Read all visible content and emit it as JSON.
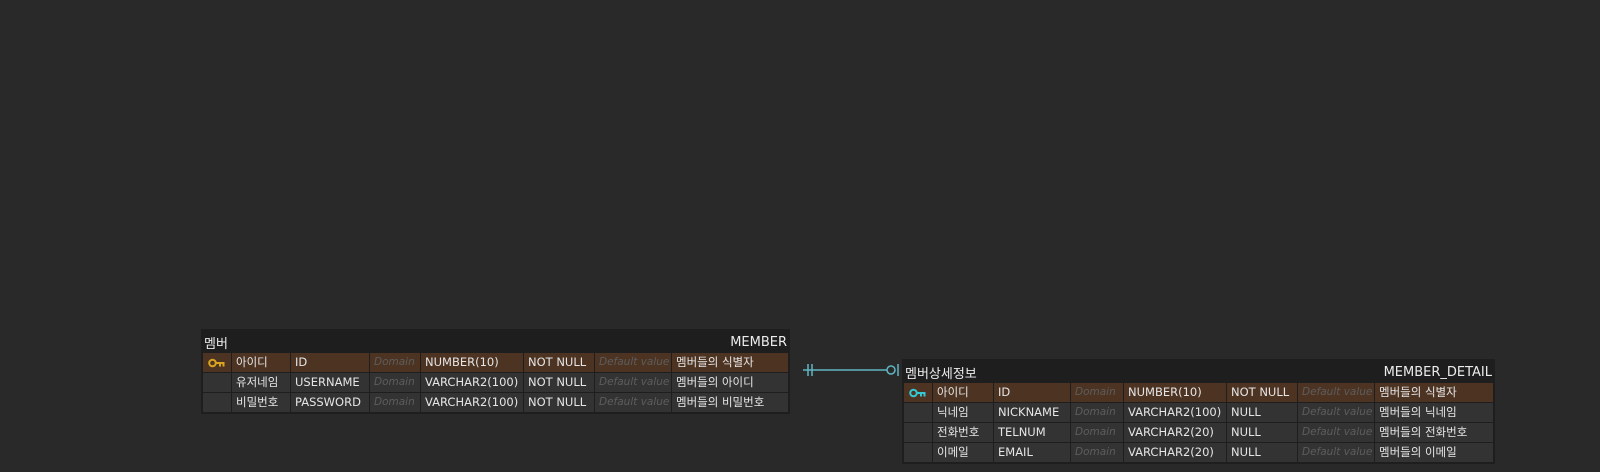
{
  "colors": {
    "canvas": "#292929",
    "table_bg": "#1e1e1e",
    "cell_bg": "#333333",
    "pk_row_bg": "#4d3322",
    "member_key_icon": "#d9a521",
    "detail_key_icon": "#35c7d4",
    "relationship_line": "#5fb6c2"
  },
  "tables": {
    "member": {
      "logical_name": "멤버",
      "physical_name": "MEMBER",
      "key_icon": "key-icon",
      "domain_placeholder": "Domain",
      "default_placeholder": "Default value",
      "rows": [
        {
          "logical": "아이디",
          "physical": "ID",
          "type": "NUMBER(10)",
          "null": "NOT NULL",
          "comment": "멤버들의 식별자"
        },
        {
          "logical": "유저네임",
          "physical": "USERNAME",
          "type": "VARCHAR2(100)",
          "null": "NOT NULL",
          "comment": "멤버들의 아이디"
        },
        {
          "logical": "비밀번호",
          "physical": "PASSWORD",
          "type": "VARCHAR2(100)",
          "null": "NOT NULL",
          "comment": "멤버들의 비밀번호"
        }
      ]
    },
    "member_detail": {
      "logical_name": "멤버상세정보",
      "physical_name": "MEMBER_DETAIL",
      "key_icon": "key-icon",
      "domain_placeholder": "Domain",
      "default_placeholder": "Default value",
      "rows": [
        {
          "logical": "아이디",
          "physical": "ID",
          "type": "NUMBER(10)",
          "null": "NOT NULL",
          "comment": "멤버들의 식별자"
        },
        {
          "logical": "닉네임",
          "physical": "NICKNAME",
          "type": "VARCHAR2(100)",
          "null": "NULL",
          "comment": "멤버들의 닉네임"
        },
        {
          "logical": "전화번호",
          "physical": "TELNUM",
          "type": "VARCHAR2(20)",
          "null": "NULL",
          "comment": "멤버들의 전화번호"
        },
        {
          "logical": "이메일",
          "physical": "EMAIL",
          "type": "VARCHAR2(20)",
          "null": "NULL",
          "comment": "멤버들의 이메일"
        }
      ]
    }
  },
  "relationship": {
    "from": "MEMBER",
    "to": "MEMBER_DETAIL",
    "from_cardinality": "exactly-one",
    "to_cardinality": "zero-or-one"
  }
}
